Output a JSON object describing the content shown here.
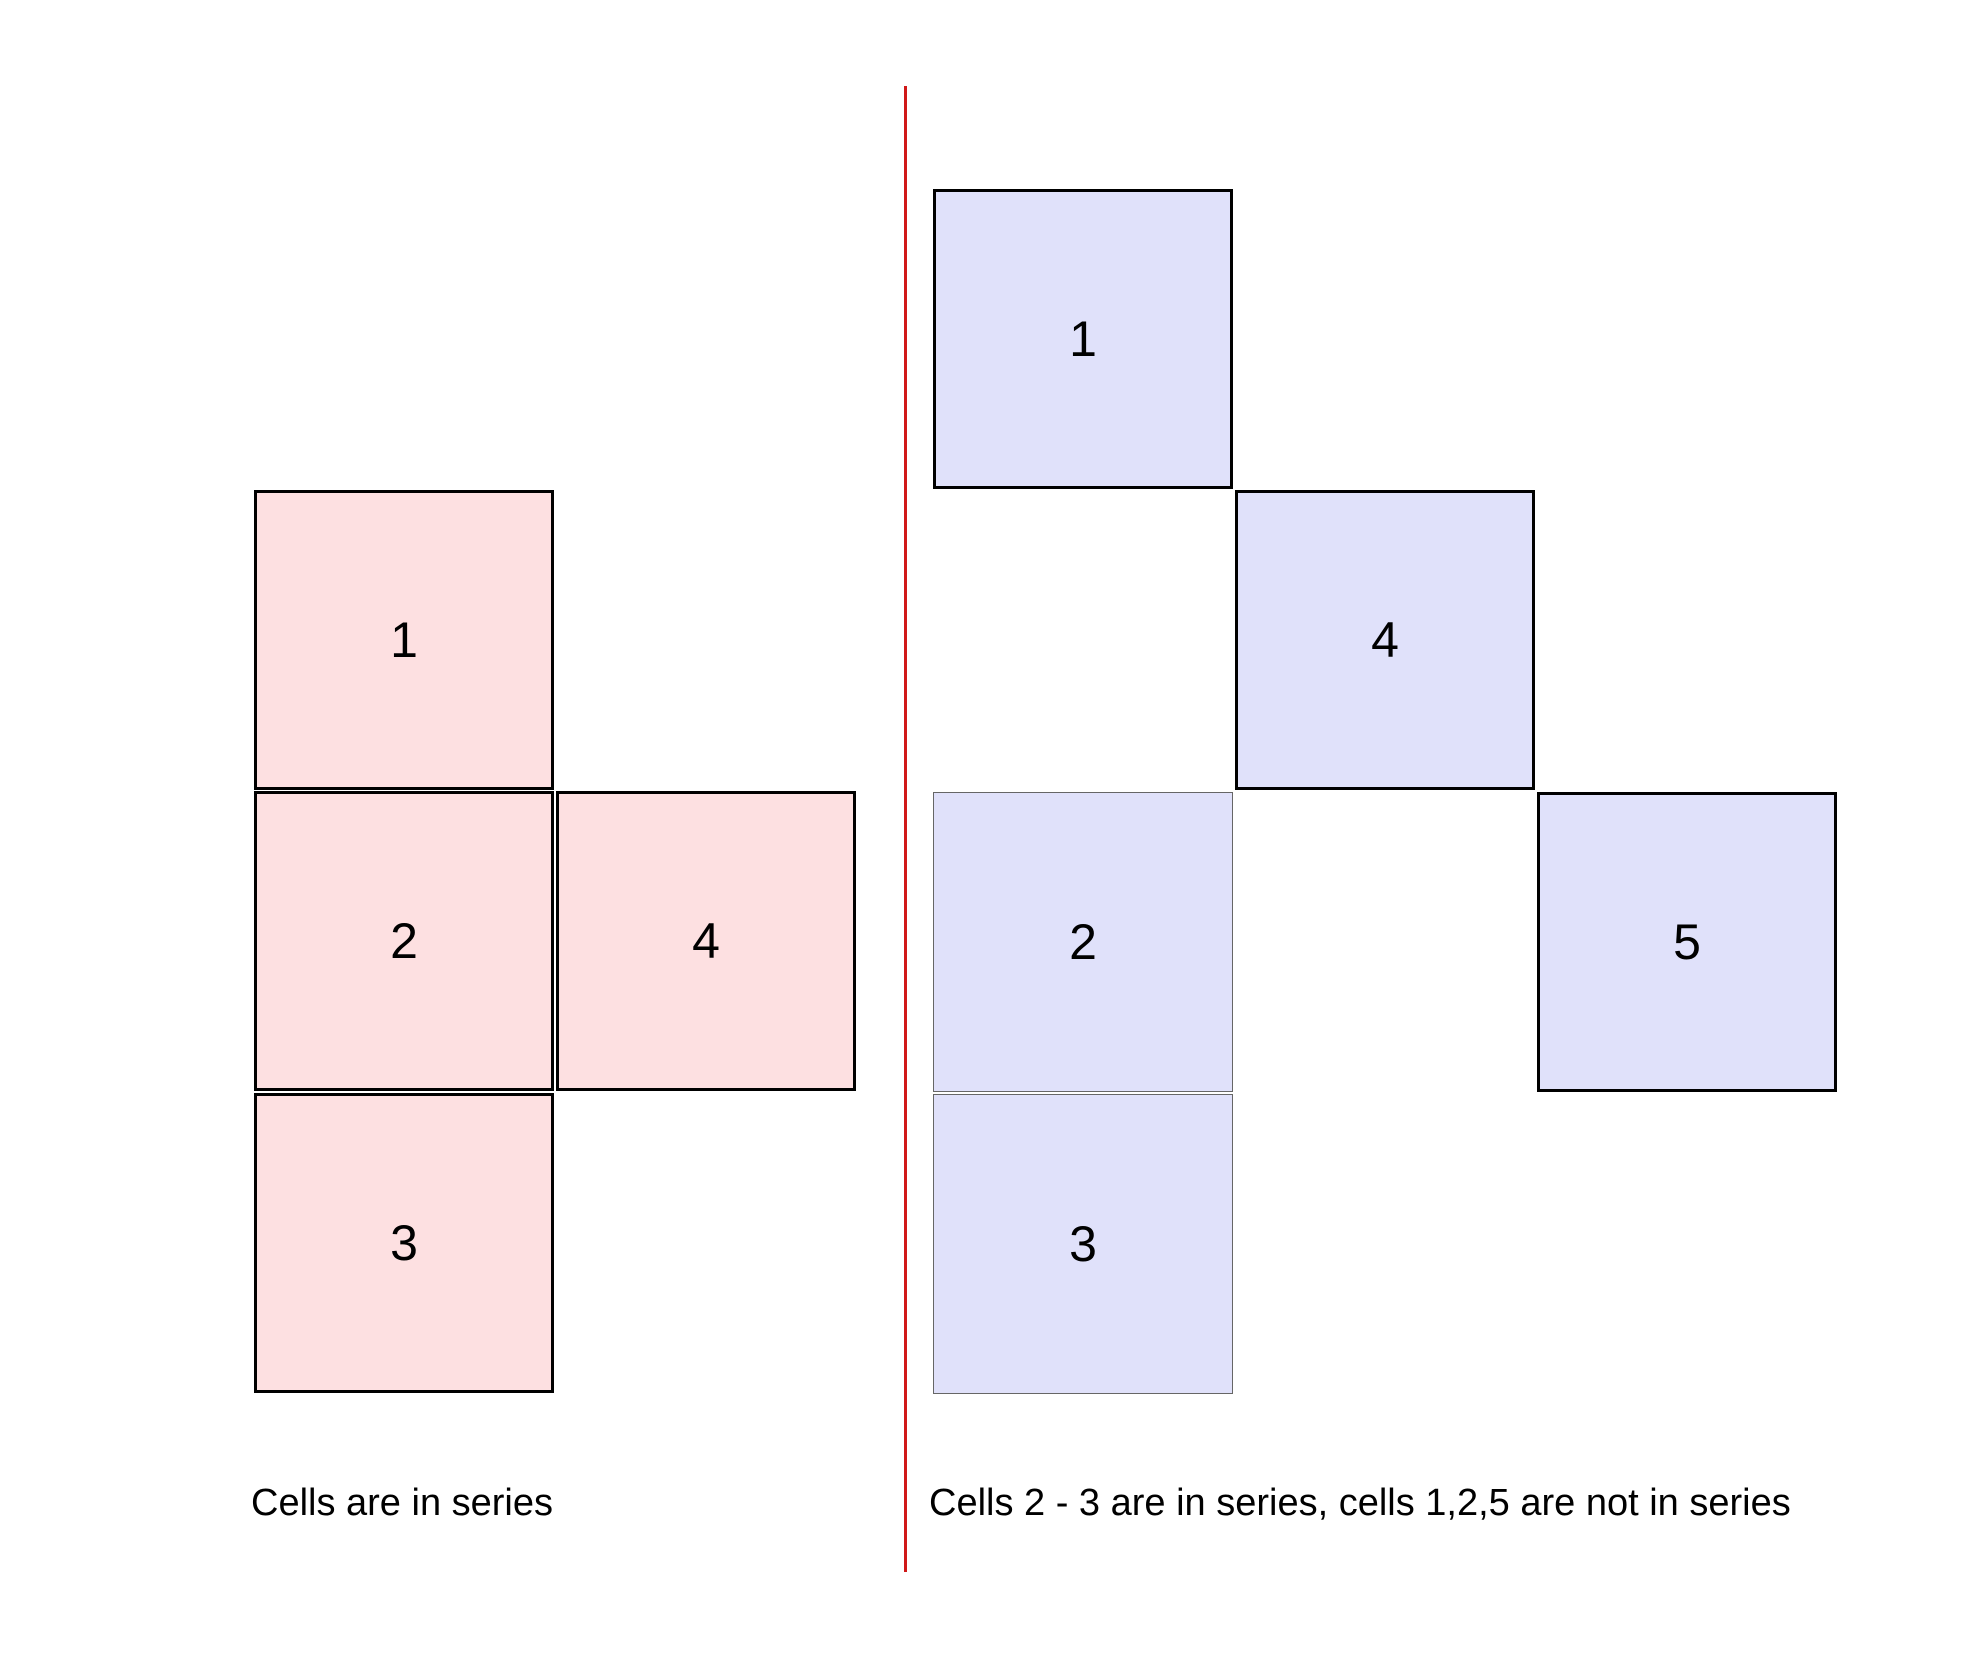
{
  "colors": {
    "series_fill": "#fde0e1",
    "mixed_fill": "#e0e1fa",
    "divider": "#d01818"
  },
  "left_panel": {
    "caption": "Cells are in series",
    "cells": [
      "1",
      "2",
      "3",
      "4"
    ]
  },
  "right_panel": {
    "caption": "Cells 2 - 3 are in series, cells 1,2,5 are not in series",
    "cells": [
      "1",
      "4",
      "2",
      "3",
      "5"
    ]
  }
}
